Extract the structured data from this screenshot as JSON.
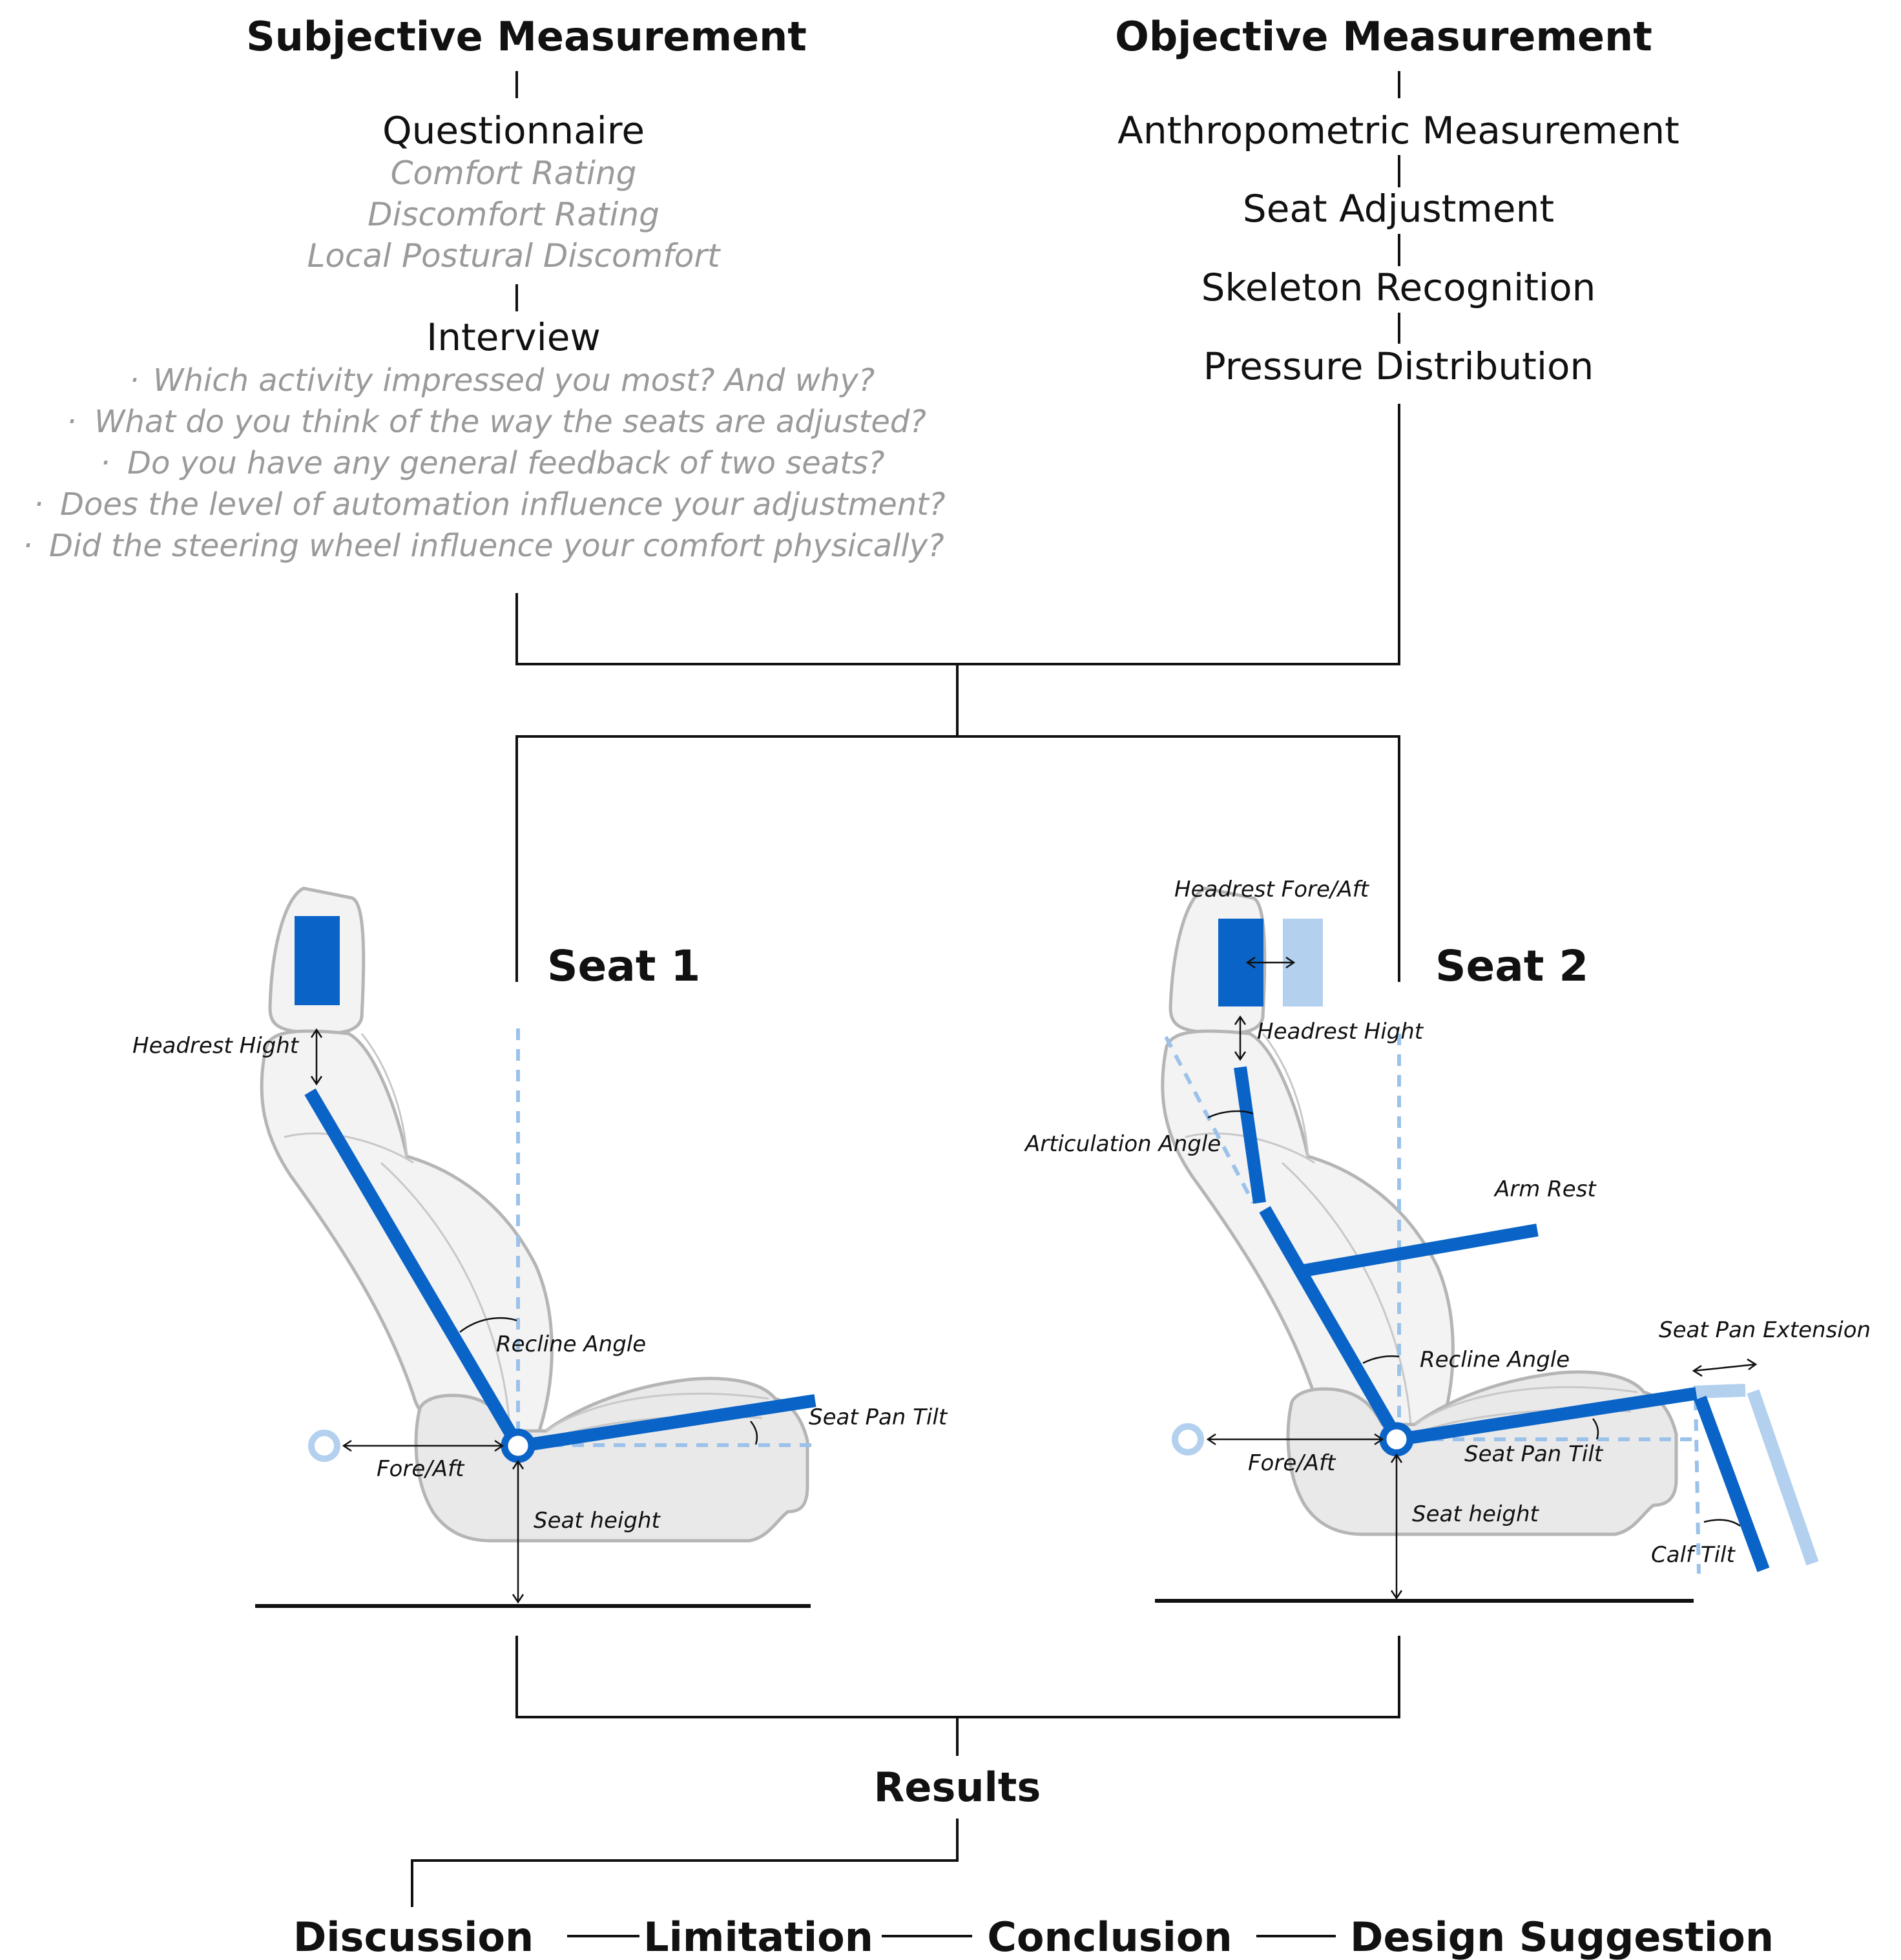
{
  "subjective": {
    "title": "Subjective Measurement",
    "questionnaire": "Questionnaire",
    "ratings": [
      "Comfort Rating",
      "Discomfort Rating",
      "Local Postural Discomfort"
    ],
    "interview": "Interview",
    "questions": [
      "Which activity impressed you most? And why?",
      "What do you think of the way the seats are adjusted?",
      "Do you have any general feedback of two seats?",
      "Does the level of automation influence your adjustment?",
      "Did the steering wheel influence your comfort   physically?"
    ]
  },
  "objective": {
    "title": "Objective Measurement",
    "items": [
      "Anthropometric Measurement",
      "Seat Adjustment",
      "Skeleton Recognition",
      "Pressure Distribution"
    ]
  },
  "seat1": {
    "title": "Seat 1",
    "labels": {
      "headrest_hight": "Headrest Hight",
      "recline_angle": "Recline Angle",
      "seat_pan_tilt": "Seat Pan Tilt",
      "fore_aft": "Fore/Aft",
      "seat_height": "Seat height"
    }
  },
  "seat2": {
    "title": "Seat 2",
    "labels": {
      "headrest_fore_aft": "Headrest Fore/Aft",
      "headrest_hight": "Headrest Hight",
      "articulation_angle": "Articulation Angle",
      "arm_rest": "Arm Rest",
      "seat_pan_extension": "Seat Pan Extension",
      "recline_angle": "Recline Angle",
      "fore_aft": "Fore/Aft",
      "seat_pan_tilt": "Seat Pan Tilt",
      "seat_height": "Seat height",
      "calf_tilt": "Calf Tilt"
    }
  },
  "results": "Results",
  "outcomes": [
    "Discussion",
    "Limitation",
    "Conclusion",
    "Design Suggestion"
  ],
  "colors": {
    "accent_blue": "#0a63c7",
    "light_blue": "#b3d0ef",
    "dashed_blue": "#9cc2ea",
    "grey_text": "#9a9a9a",
    "seat_fill": "#f3f3f3",
    "seat_outline": "#b5b5b5"
  }
}
